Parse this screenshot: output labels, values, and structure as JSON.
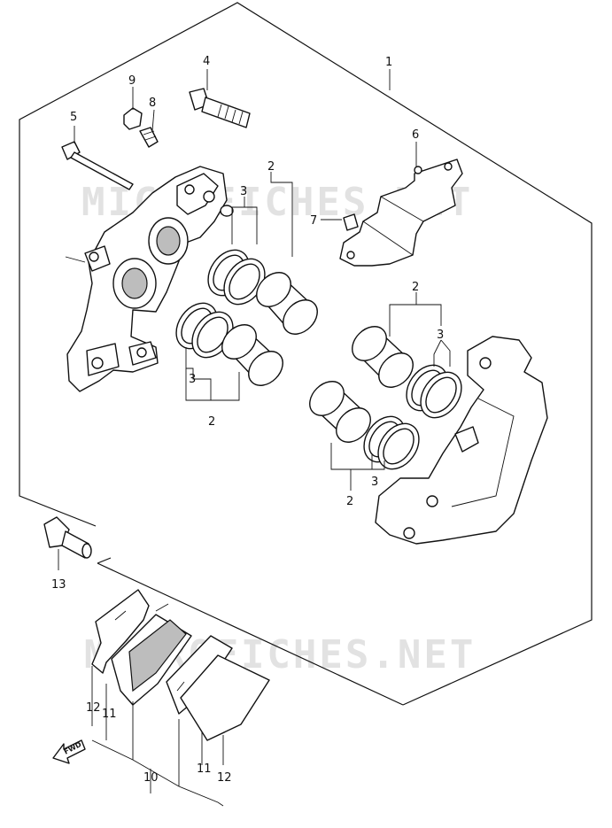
{
  "watermark": {
    "top": "MICROFICHES.NET",
    "bottom": "MICROFICHES.NET"
  },
  "callouts": {
    "c1": "1",
    "c2a": "2",
    "c2b": "2",
    "c2c": "2",
    "c2d": "2",
    "c3a": "3",
    "c3b": "3",
    "c3c": "3",
    "c3d": "3",
    "c4": "4",
    "c5": "5",
    "c6": "6",
    "c7": "7",
    "c8": "8",
    "c9": "9",
    "c10": "10",
    "c11a": "11",
    "c11b": "11",
    "c12a": "12",
    "c12b": "12",
    "c13": "13"
  },
  "fwd_arrow": "FWD"
}
